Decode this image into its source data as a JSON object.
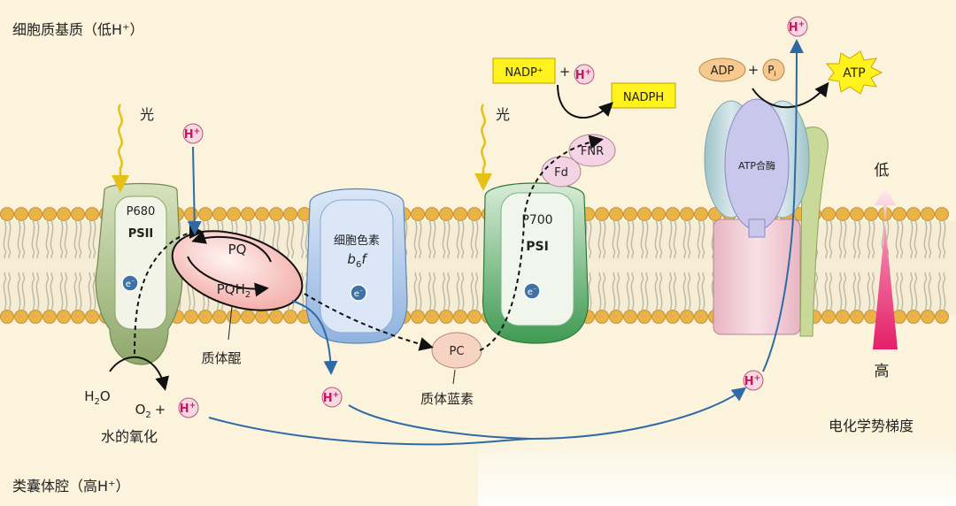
{
  "regions": {
    "stroma": "细胞质基质（低H⁺）",
    "lumen": "类囊体腔（高H⁺）",
    "gradient": "电化学势梯度"
  },
  "light": [
    "光",
    "光"
  ],
  "psii": {
    "code": "P680",
    "name": "PSII"
  },
  "psi": {
    "code": "P700",
    "name": "PSI"
  },
  "cytochrome": {
    "name": "细胞色素",
    "formula_main": "b",
    "formula_sub": "6",
    "formula_tail": "f"
  },
  "electron": {
    "symbol": "e",
    "sign": "⁻"
  },
  "plastoquinone": {
    "pq": "PQ",
    "pqh2_main": "PQH",
    "pqh2_sub": "2",
    "caption": "质体醌"
  },
  "plastocyanin": {
    "abbr": "PC",
    "caption": "质体蓝素"
  },
  "ferredoxin": "Fd",
  "fnr": "FNR",
  "nadp": {
    "reactant": "NADP⁺",
    "plus": "+",
    "product": "NADPH"
  },
  "atp_synthase": {
    "name": "ATP合酶",
    "adp": "ADP",
    "pi_main": "P",
    "pi_sub": "i",
    "plus": "+",
    "atp": "ATP"
  },
  "proton": {
    "symbol": "H",
    "sign": "+"
  },
  "water": {
    "h2o_main": "H",
    "h2o_sub": "2",
    "h2o_tail": "O",
    "o2_main": "O",
    "o2_sub": "2",
    "plus": "+",
    "caption": "水的氧化"
  },
  "gradient_scale": {
    "low": "低",
    "high": "高"
  },
  "colors": {
    "membrane_head": "#e9b347",
    "psii": "#a9bf87",
    "cytochrome": "#a9c5e6",
    "psi": "#5fae6d",
    "pq": "#f3b7b3",
    "atp_synthase_head": "#b8d1d9",
    "atp_synthase_base": "#f1c9d2",
    "proton_text": "#c8185d",
    "highlight_box": "#fff21d",
    "gradient_top": "#fff0f3",
    "gradient_bottom": "#e51f6a",
    "arrow_blue": "#2e6aa5"
  }
}
